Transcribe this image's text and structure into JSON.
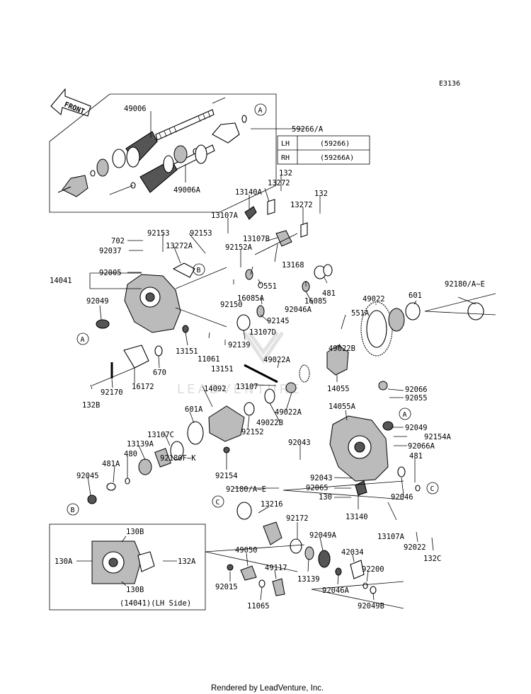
{
  "diagram_code": "E3136",
  "front_label": "FRONT",
  "footer": "Rendered by LeadVenture, Inc.",
  "watermark": "LEADVENTURE",
  "callout_letters": [
    "A",
    "B",
    "C"
  ],
  "inset_table": {
    "rows": [
      {
        "side": "LH",
        "part": "(59266)"
      },
      {
        "side": "RH",
        "part": "(59266A)"
      }
    ]
  },
  "inset_box_caption": "(14041)(LH Side)",
  "labels": {
    "l49006": "49006",
    "l59266a": "59266/A",
    "l49006a": "49006A",
    "l13272": "13272",
    "l132a": "132",
    "l13140a": "13140A",
    "l132b": "132",
    "l13272b": "13272",
    "l13107a": "13107A",
    "l702": "702",
    "l92153a": "92153",
    "l92153b": "92153",
    "l13107b": "13107B",
    "l92037": "92037",
    "l13272a": "13272A",
    "l92152a": "92152A",
    "l13168": "13168",
    "l14041": "14041",
    "l92005": "92005",
    "l551": "551",
    "l16085a": "16085A",
    "l481a": "481",
    "l92150": "92150",
    "l16085": "16085",
    "l92180ae": "92180/A~E",
    "l92049a": "92049",
    "l92046a": "92046A",
    "l49022": "49022",
    "l601": "601",
    "l92145": "92145",
    "l13107d": "13107D",
    "l551a": "551A",
    "l92139": "92139",
    "l13151a": "13151",
    "l11061": "11061",
    "l13151b": "13151",
    "l49022b": "49022B",
    "l670": "670",
    "l49022a": "49022A",
    "l16172": "16172",
    "l92170": "92170",
    "l14092": "14092",
    "l13107": "13107",
    "l14055": "14055",
    "l132bb": "132B",
    "l92066": "92066",
    "l92055": "92055",
    "l49022a2": "49022A",
    "l14055a": "14055A",
    "l601a": "601A",
    "l49022b2": "49022B",
    "l92152": "92152",
    "l92049b": "92049",
    "l13107c": "13107C",
    "l92154a": "92154A",
    "l92043a": "92043",
    "l92066a": "92066A",
    "l13139a": "13139A",
    "l480": "480",
    "l92180fk": "92180F~K",
    "l481b": "481",
    "l481a2": "481A",
    "l92154": "92154",
    "l92045": "92045",
    "l92043b": "92043",
    "l92065": "92065",
    "l92046": "92046",
    "l130": "130",
    "l92180ae2": "92180/A~E",
    "l13140": "13140",
    "l13216": "13216",
    "l13107a2": "13107A",
    "l92172": "92172",
    "l92022": "92022",
    "l130b1": "130B",
    "l92049a2": "92049A",
    "l132c": "132C",
    "l130a": "130A",
    "l132a2": "132A",
    "l49050": "49050",
    "l42034": "42034",
    "l92200": "92200",
    "l49117": "49117",
    "l13139": "13139",
    "l92015": "92015",
    "l92046a2": "92046A",
    "l130b2": "130B",
    "l11065": "11065",
    "l92049b2": "92049B"
  }
}
